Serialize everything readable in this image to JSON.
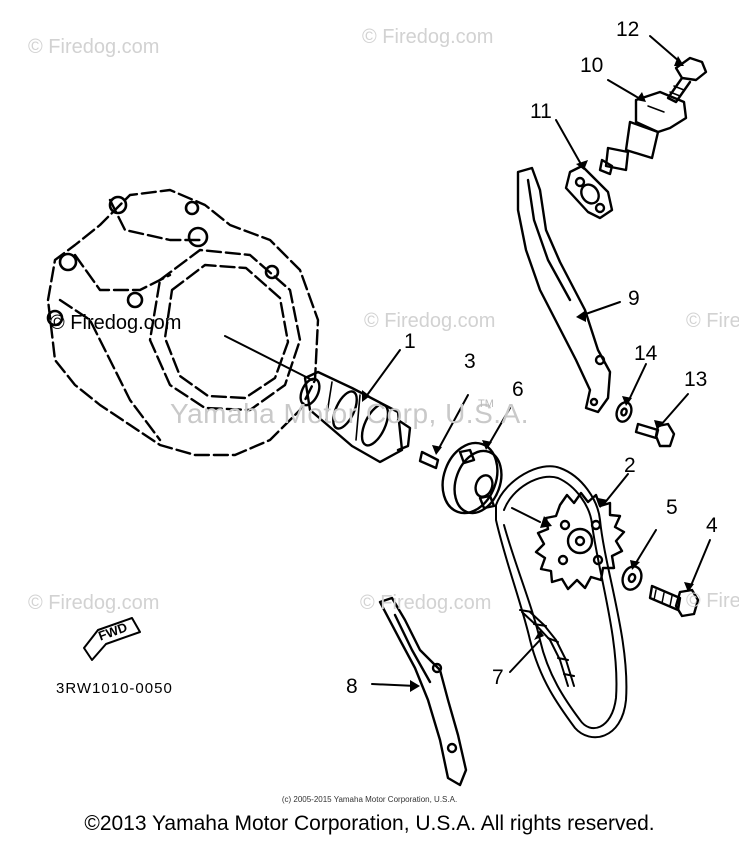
{
  "watermarks": {
    "firedog": "© Firedog.com",
    "firedog_overlay": "© Firedog.com",
    "firedog_partial": "© Fire",
    "yamaha": "Yamaha Motor Corp, U.S.A.",
    "tm": "TM"
  },
  "callouts": [
    "1",
    "2",
    "3",
    "4",
    "5",
    "6",
    "7",
    "8",
    "9",
    "10",
    "11",
    "12",
    "13",
    "14"
  ],
  "diagram_code": "3RW1010-0050",
  "fwd_label": "FWD",
  "small_copyright": "(c) 2005-2015 Yamaha Motor Corporation, U.S.A.",
  "copyright": "©2013 Yamaha Motor Corporation, U.S.A. All rights reserved."
}
